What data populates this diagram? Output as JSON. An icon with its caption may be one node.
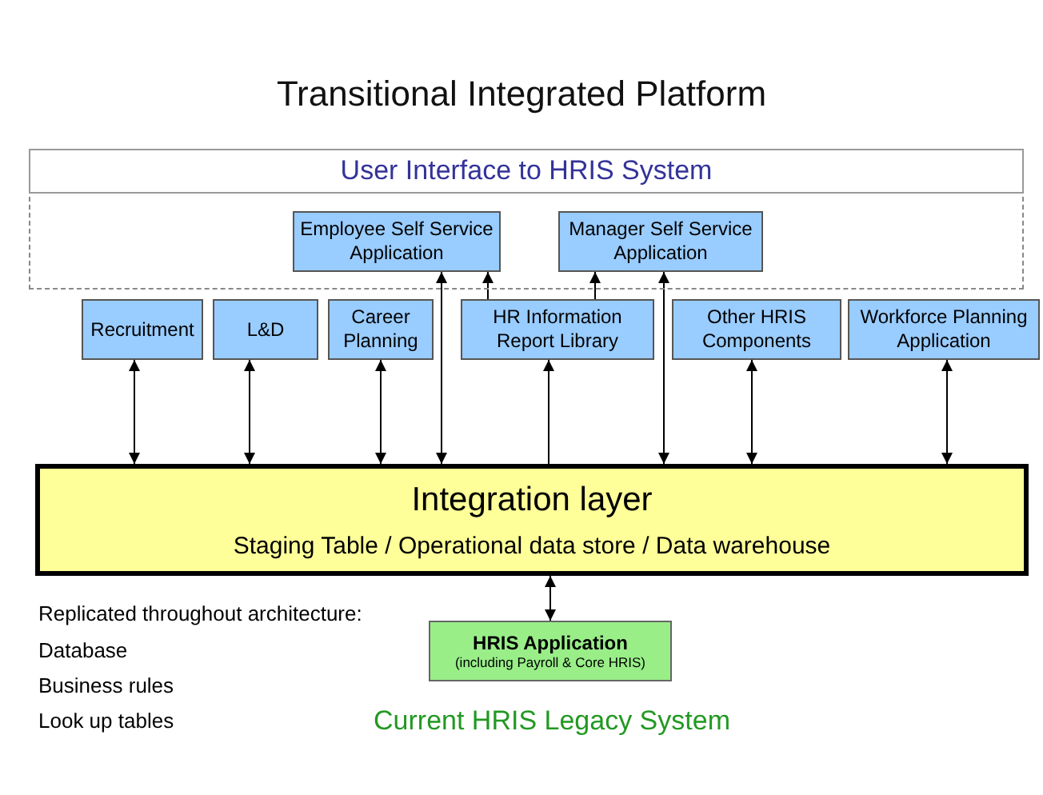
{
  "diagram": {
    "title": "Transitional Integrated Platform",
    "nodes": [
      {
        "text": [
          "User Interface to HRIS System"
        ]
      },
      {
        "text": [
          "Employee Self Service Application"
        ],
        "in": 0
      },
      {
        "text": [
          "Manager Self Service Application"
        ],
        "in": 0
      },
      {
        "text": [
          "Recruitment"
        ]
      },
      {
        "text": [
          "L&D"
        ]
      },
      {
        "text": [
          "Career Planning"
        ]
      },
      {
        "text": [
          "HR Information Report Library"
        ]
      },
      {
        "text": [
          "Other HRIS Components"
        ]
      },
      {
        "text": [
          "Workforce Planning Application"
        ]
      },
      {
        "text": [
          "Integration layer",
          "Staging Table / Operational data store / Data warehouse"
        ]
      },
      {
        "text": [
          "HRIS Application",
          "(including Payroll & Core HRIS)"
        ]
      }
    ],
    "edges": [
      {
        "from": 3,
        "to": 9,
        "arrow": "both"
      },
      {
        "from": 4,
        "to": 9,
        "arrow": "both"
      },
      {
        "from": 5,
        "to": 9,
        "arrow": "both"
      },
      {
        "from": 9,
        "to": 1,
        "arrow": "both"
      },
      {
        "from": 6,
        "to": 1,
        "arrow": "to"
      },
      {
        "from": 9,
        "to": 6,
        "arrow": "to"
      },
      {
        "from": 6,
        "to": 2,
        "arrow": "to"
      },
      {
        "from": 9,
        "to": 2,
        "arrow": "both"
      },
      {
        "from": 7,
        "to": 9,
        "arrow": "both"
      },
      {
        "from": 8,
        "to": 9,
        "arrow": "both"
      },
      {
        "from": 9,
        "to": 10,
        "arrow": "both"
      }
    ],
    "labels": [
      "Replicated throughout architecture:",
      "Database",
      "Business rules",
      "Look up tables",
      "Current HRIS Legacy System"
    ]
  }
}
